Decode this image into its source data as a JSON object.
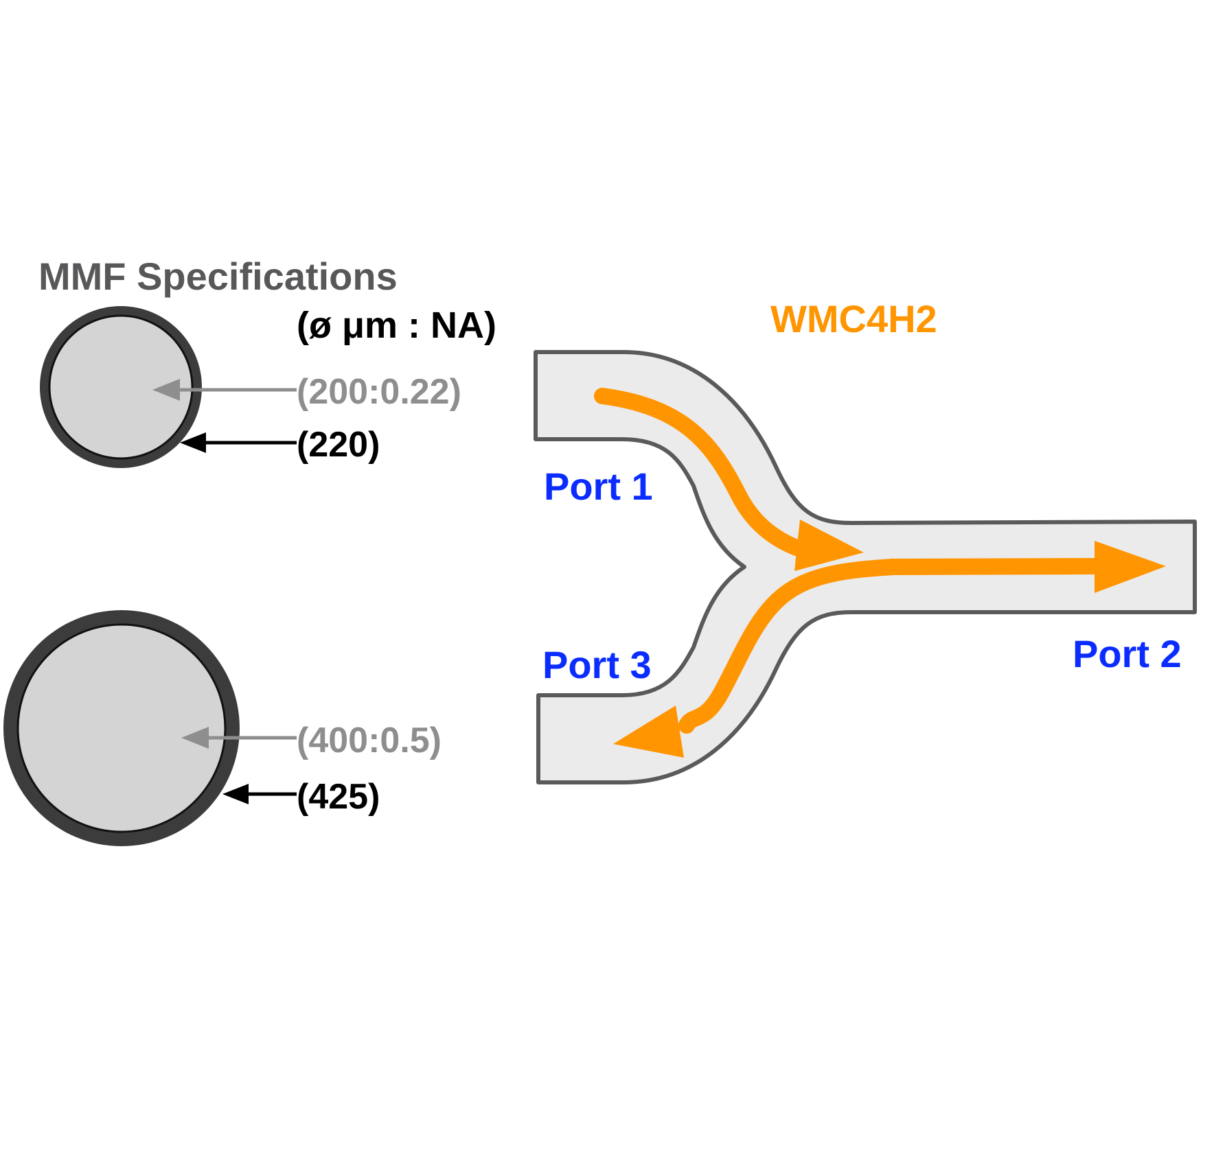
{
  "legend": {
    "title": "MMF Specifications",
    "subtitle": "(ø μm : NA)"
  },
  "fibers": [
    {
      "core_label": "(200:0.22)",
      "clad_label": "(220)"
    },
    {
      "core_label": "(400:0.5)",
      "clad_label": "(425)"
    }
  ],
  "coupler": {
    "name": "WMC4H2",
    "port1": "Port 1",
    "port2": "Port 2",
    "port3": "Port 3"
  },
  "colors": {
    "title_gray": "#58585a",
    "core_label_gray": "#8e8e8e",
    "clad_label_black": "#000000",
    "fiber_outer": "#3c3c3c",
    "fiber_core_fill": "#d4d4d4",
    "coupler_fill": "#ebebeb",
    "coupler_stroke": "#5a5a5a",
    "arrow_orange": "#ff9500",
    "port_blue": "#0a2cff"
  }
}
